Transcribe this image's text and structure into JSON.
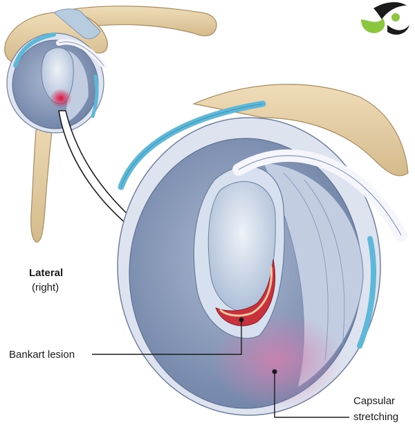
{
  "figure": {
    "title": "Bankart lesion of the shoulder (lateral view, right)",
    "view_label": "Lateral",
    "side_label": "(right)",
    "annotations": [
      {
        "id": "bankart",
        "text": "Bankart lesion"
      },
      {
        "id": "capsular",
        "text_line1": "Capsular",
        "text_line2": "stretching"
      }
    ],
    "logo": "brand-logo",
    "colors": {
      "bone": "#e3cfa8",
      "bone_stroke": "#a88a5c",
      "cartilage_blue": "#5fb8d8",
      "capsule_dark": "#7d8fb0",
      "capsule_light": "#c9d3e6",
      "glenoid": "#b8c7de",
      "lesion_red": "#c8323c",
      "stretch_pink": "#d98bb6",
      "logo_green": "#8cc63f",
      "logo_dark": "#1a1a1a"
    }
  }
}
